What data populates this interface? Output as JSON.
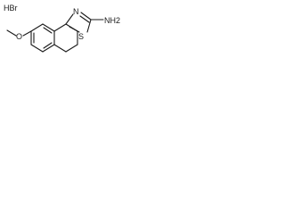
{
  "molecule": {
    "salt": "HBr",
    "labels": {
      "oxygen": "O",
      "nitrogen_ring": "N",
      "sulfur": "S",
      "amine": "NH2"
    }
  }
}
